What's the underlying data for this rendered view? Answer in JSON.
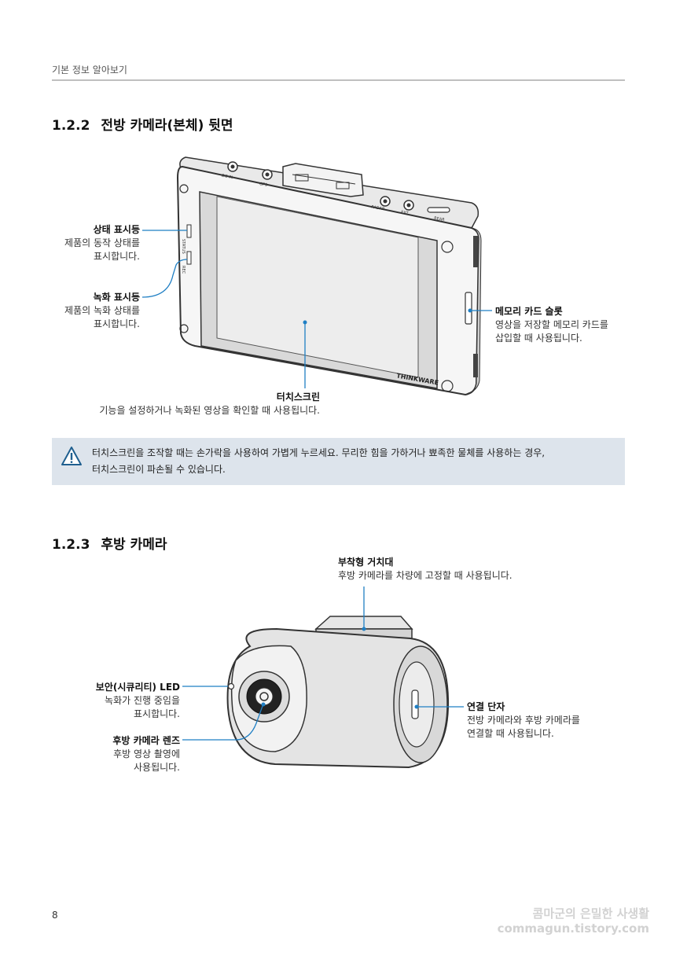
{
  "header": {
    "text": "기본 정보 알아보기"
  },
  "section_front": {
    "number": "1.2.2",
    "title": "전방 카메라(본체) 뒷면",
    "labels": {
      "status_led": {
        "title": "상태 표시등",
        "desc1": "제품의 동작 상태를",
        "desc2": "표시합니다."
      },
      "record_led": {
        "title": "녹화 표시등",
        "desc1": "제품의 녹화 상태를",
        "desc2": "표시합니다."
      },
      "memory_slot": {
        "title": "메모리 카드 슬롯",
        "desc1": "영상을 저장할 메모리 카드를",
        "desc2": "삽입할 때 사용됩니다."
      },
      "touchscreen": {
        "title": "터치스크린",
        "desc1": "기능을 설정하거나 녹화된 영상을 확인할 때 사용됩니다."
      }
    },
    "device_text": {
      "brand": "THINKWARE",
      "port_gps": "GPS",
      "port_radar": "RADAR",
      "port_ext": "EXT",
      "port_dc": "DC IN",
      "port_rear": "REAR",
      "status_mark": "STATUS",
      "rec_mark": "REC"
    }
  },
  "warning": {
    "icon": "warning-triangle-icon",
    "line1": "터치스크린을 조작할 때는 손가락을 사용하여 가볍게 누르세요. 무리한 힘을 가하거나 뾰족한 물체를 사용하는 경우,",
    "line2": "터치스크린이 파손될 수 있습니다."
  },
  "section_rear": {
    "number": "1.2.3",
    "title": "후방 카메라",
    "labels": {
      "mount": {
        "title": "부착형 거치대",
        "desc1": "후방 카메라를 차량에 고정할 때 사용됩니다."
      },
      "security_led": {
        "title": "보안(시큐리티) LED",
        "desc1": "녹화가 진행 중임을",
        "desc2": "표시합니다."
      },
      "lens": {
        "title": "후방 카메라 렌즈",
        "desc1": "후방 영상 촬영에",
        "desc2": "사용됩니다."
      },
      "connector": {
        "title": "연결 단자",
        "desc1": "전방 카메라와 후방 카메라를",
        "desc2": "연결할 때 사용됩니다."
      }
    }
  },
  "footer": {
    "page_number": "8",
    "watermark1": "콤마군의 은밀한 사생활",
    "watermark2": "commagun.tistory.com"
  },
  "colors": {
    "accent": "#1f7fc4",
    "warning_bg": "#dde4ec",
    "rule": "#bfbfbf"
  }
}
